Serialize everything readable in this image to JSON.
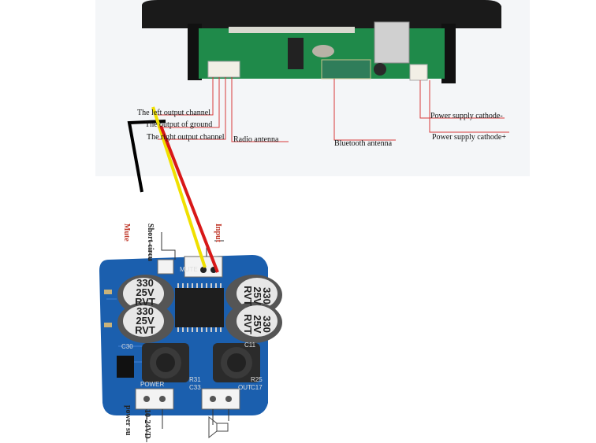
{
  "top_module": {
    "labels": {
      "left_output": "The left output channel",
      "ground_output": "The output of ground",
      "right_output": "The right output channel",
      "radio_antenna": "Radio antenna",
      "bluetooth_antenna": "Bluetooth antenna",
      "power_minus": "Power supply cathode-",
      "power_plus": "Power supply cathode+"
    }
  },
  "amp_board": {
    "capacitors": [
      {
        "line1": "330",
        "line2": "25V",
        "line3": "RVT"
      },
      {
        "line1": "330",
        "line2": "25V",
        "line3": "RVT"
      },
      {
        "line1": "330",
        "line2": "25V",
        "line3": "RVT"
      },
      {
        "line1": "330",
        "line2": "25V",
        "line3": "RVT"
      }
    ],
    "side_labels": {
      "mute": "Mute",
      "short_circuit": "Short circu",
      "input": "Input",
      "power_supply": "power su",
      "voltage": "10-24VD"
    },
    "silkscreen": {
      "mute": "MUTE",
      "power": "POWER",
      "out": "OUT",
      "c30": "C30",
      "c33": "C33",
      "r31": "R31",
      "r25": "R25",
      "c17": "C17",
      "c11": "C11"
    }
  },
  "colors": {
    "wire_black": "#000000",
    "wire_yellow": "#f0e000",
    "wire_red": "#d81818",
    "pcb_green": "#1f8a4a",
    "pcb_blue": "#1b5fae",
    "label_lines": "#d83a3a"
  }
}
